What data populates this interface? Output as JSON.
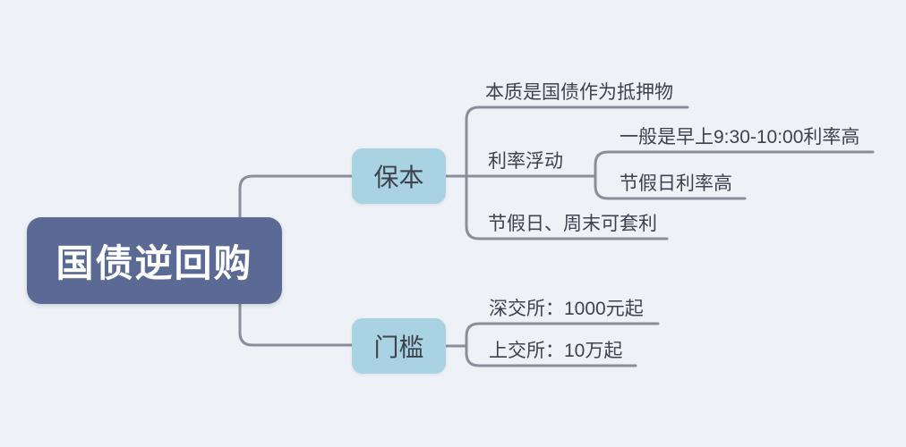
{
  "canvas": {
    "background_color": "#eef1f6",
    "line_color": "#8a8e99"
  },
  "root": {
    "label": "国债逆回购",
    "fill": "#5a6a94",
    "text_color": "#ffffff"
  },
  "branches": [
    {
      "label": "保本",
      "fill": "#a9d2e2",
      "children": [
        {
          "label": "本质是国债作为抵押物"
        },
        {
          "label": "利率浮动",
          "children": [
            {
              "label": "一般是早上9:30-10:00利率高"
            },
            {
              "label": "节假日利率高"
            }
          ]
        },
        {
          "label": "节假日、周末可套利"
        }
      ]
    },
    {
      "label": "门槛",
      "fill": "#a9d2e2",
      "children": [
        {
          "label": "深交所：1000元起"
        },
        {
          "label": "上交所：10万起"
        }
      ]
    }
  ]
}
